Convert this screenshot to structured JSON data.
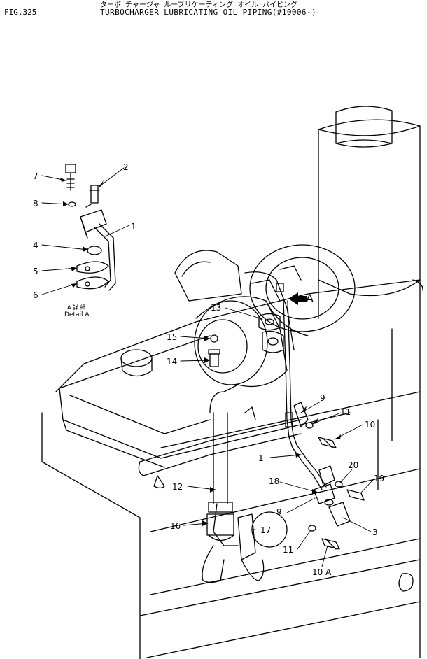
{
  "header": {
    "fig_no": "FIG.325",
    "title_jp": "ターボ チャージャ ルーブリケーティング オイル パイピング",
    "title_en": "TURBOCHARGER LUBRICATING OIL PIPING(#10006-)"
  },
  "detail": {
    "label_jp": "A 詳 細",
    "label_en": "Detail A",
    "view_marker": "A"
  },
  "callouts": [
    {
      "id": "c2",
      "text": "2"
    },
    {
      "id": "c7",
      "text": "7"
    },
    {
      "id": "c8",
      "text": "8"
    },
    {
      "id": "c1a",
      "text": "1"
    },
    {
      "id": "c4",
      "text": "4"
    },
    {
      "id": "c5",
      "text": "5"
    },
    {
      "id": "c6",
      "text": "6"
    },
    {
      "id": "c13",
      "text": "13"
    },
    {
      "id": "c15",
      "text": "15"
    },
    {
      "id": "c14",
      "text": "14"
    },
    {
      "id": "c9a",
      "text": "9"
    },
    {
      "id": "c11a",
      "text": "11"
    },
    {
      "id": "c10",
      "text": "10"
    },
    {
      "id": "c1b",
      "text": "1"
    },
    {
      "id": "c20",
      "text": "20"
    },
    {
      "id": "c18",
      "text": "18"
    },
    {
      "id": "c19",
      "text": "19"
    },
    {
      "id": "c12",
      "text": "12"
    },
    {
      "id": "c9b",
      "text": "9"
    },
    {
      "id": "c3",
      "text": "3"
    },
    {
      "id": "c16",
      "text": "16"
    },
    {
      "id": "c17",
      "text": "17"
    },
    {
      "id": "c11b",
      "text": "11"
    },
    {
      "id": "c10a",
      "text": "10 A"
    }
  ]
}
